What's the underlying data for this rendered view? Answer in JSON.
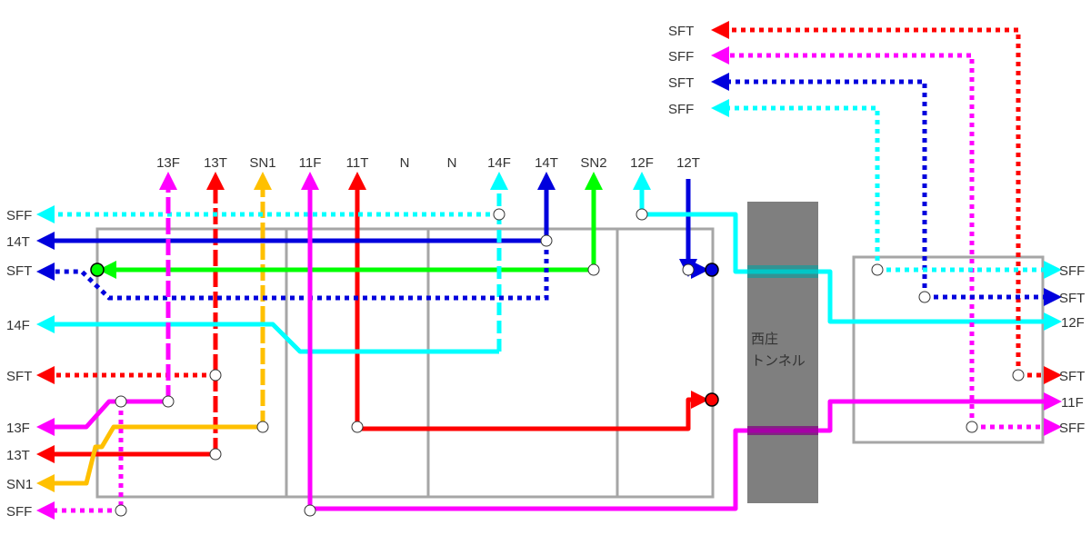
{
  "top_labels": [
    "13F",
    "13T",
    "SN1",
    "11F",
    "11T",
    "N",
    "N",
    "14F",
    "14T",
    "SN2",
    "12F",
    "12T"
  ],
  "left_labels": [
    "SFF",
    "14T",
    "SFT",
    "14F",
    "SFT",
    "13F",
    "13T",
    "SN1",
    "SFF"
  ],
  "top_right_labels": [
    "SFT",
    "SFF",
    "SFT",
    "SFF"
  ],
  "right_labels": [
    "SFF",
    "SFT",
    "12F",
    "SFT",
    "11F",
    "SFF"
  ],
  "tunnel": {
    "label_line1": "西庄",
    "label_line2": "トンネル"
  },
  "colors": {
    "red": "#ff0000",
    "magenta": "#ff00ff",
    "blue": "#0000dd",
    "cyan": "#00ffff",
    "green": "#00ff00",
    "yellow": "#ffc000",
    "frame": "#a6a6a6",
    "tunnel": "#7f7f7f"
  }
}
